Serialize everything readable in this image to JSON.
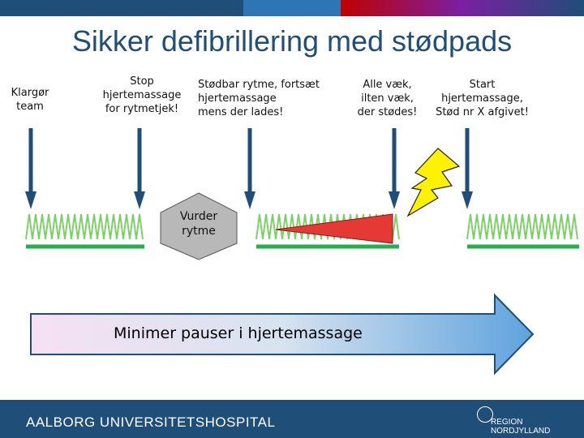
{
  "title": "Sikker defibrillering med stødpads",
  "steps": [
    {
      "label": "Klargør\nteam"
    },
    {
      "label": "Stop\nhjertemassage\nfor rytmetjek!"
    },
    {
      "label": "Stødbar rytme, fortsæt\nhjertemassage\nmens der lades!"
    },
    {
      "label": "Alle væk,\nilten væk,\nder stødes!"
    },
    {
      "label": "Start\nhjertemassage,\nStød nr X afgivet!"
    }
  ],
  "decision": {
    "label": "Vurder\nrytme"
  },
  "arrow": {
    "label": "Minimer pauser i hjertemassage"
  },
  "footer": {
    "left": "AALBORG UNIVERSITETSHOSPITAL",
    "right": "REGION NORDJYLLAND"
  },
  "colors": {
    "title": "#1f4e79",
    "arrow_down": "#1f4e79",
    "ecg": "#4caf50",
    "charge": "#e53935",
    "bolt": "#ffeb3b",
    "footer": "#1f4e79"
  },
  "icons": [
    "lightning-bolt-icon",
    "region-logo-icon"
  ]
}
